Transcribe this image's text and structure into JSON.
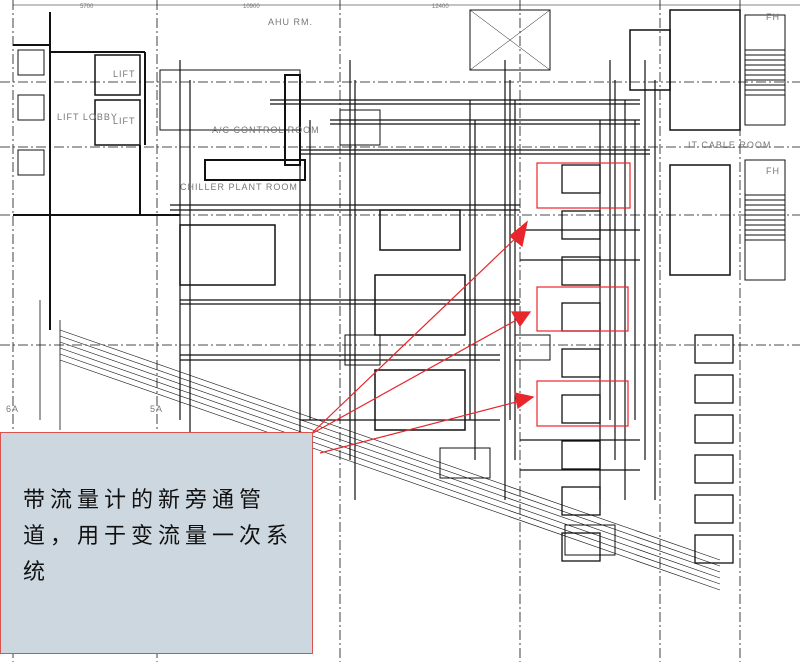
{
  "drawing": {
    "dimensions": [
      "5700",
      "10900",
      "12400"
    ],
    "rooms": {
      "ahu": "AHU RM.",
      "lift1": "LIFT",
      "lift2": "LIFT",
      "lift_lobby": "LIFT LOBBY",
      "ac_control": "A/C CONTROL ROOM",
      "chiller_plant": "CHILLER PLANT ROOM",
      "it_cable": "IT CABLE ROOM",
      "fh1": "FH",
      "fh2": "FH"
    },
    "grid_marks": [
      "6A",
      "5A"
    ]
  },
  "annotation": {
    "text": "带流量计的新旁通管道，用于变流量一次系统",
    "highlight_color": "#e8262b",
    "box_color": "#cdd7df"
  }
}
